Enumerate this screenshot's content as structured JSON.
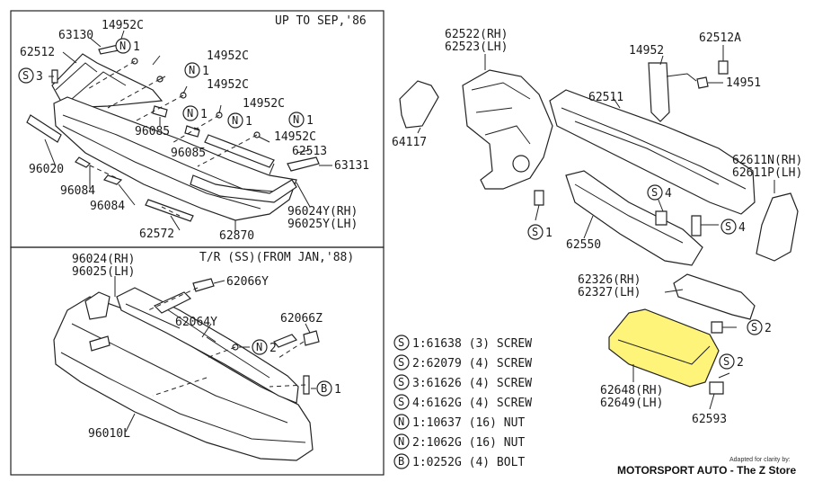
{
  "panels": {
    "top_left_title": "UP TO SEP,'86",
    "bottom_left_title": "T/R (SS)(FROM JAN,'88)"
  },
  "labels": {
    "tl_63130": "63130",
    "tl_14952c_a": "14952C",
    "tl_62512": "62512",
    "tl_n1_a": "1",
    "tl_s3": "3",
    "tl_14952c_b": "14952C",
    "tl_n1_b": "1",
    "tl_14952c_c": "14952C",
    "tl_n1_c": "1",
    "tl_14952c_d": "14952C",
    "tl_n1_d": "1",
    "tl_n1_e": "1",
    "tl_14952c_e": "14952C",
    "tl_96085_a": "96085",
    "tl_96085_b": "96085",
    "tl_62513": "62513",
    "tl_63131": "63131",
    "tl_96020": "96020",
    "tl_96084_a": "96084",
    "tl_96084_b": "96084",
    "tl_96024y": "96024Y(RH)",
    "tl_96025y": "96025Y(LH)",
    "tl_62572": "62572",
    "tl_62870": "62870",
    "bl_96024": "96024(RH)",
    "bl_96025": "96025(LH)",
    "bl_62066y": "62066Y",
    "bl_62064y": "62064Y",
    "bl_62066z": "62066Z",
    "bl_n2": "2",
    "bl_b1": "1",
    "bl_96010l": "96010L",
    "r_62522": "62522(RH)",
    "r_62523": "62523(LH)",
    "r_14952": "14952",
    "r_62512a": "62512A",
    "r_14951": "14951",
    "r_62511": "62511",
    "r_64117": "64117",
    "r_62611n": "62611N(RH)",
    "r_62611p": "62611P(LH)",
    "r_s4_a": "4",
    "r_s4_b": "4",
    "r_s1": "1",
    "r_62550": "62550",
    "r_62326": "62326(RH)",
    "r_62327": "62327(LH)",
    "r_s2_a": "2",
    "r_62648": "62648(RH)",
    "r_62649": "62649(LH)",
    "r_s2_b": "2",
    "r_62593": "62593"
  },
  "legend": [
    {
      "sym": "S",
      "text": "1:61638 (3) SCREW"
    },
    {
      "sym": "S",
      "text": "2:62079 (4) SCREW"
    },
    {
      "sym": "S",
      "text": "3:61626 (4) SCREW"
    },
    {
      "sym": "S",
      "text": "4:6162G (4) SCREW"
    },
    {
      "sym": "N",
      "text": "1:10637 (16) NUT"
    },
    {
      "sym": "N",
      "text": "2:1062G (16) NUT"
    },
    {
      "sym": "B",
      "text": "1:0252G (4) BOLT"
    }
  ],
  "circle_syms": {
    "s": "S",
    "n": "N",
    "b": "B"
  },
  "credit": {
    "small": "Adapted for clarity by:",
    "main": "MOTORSPORT AUTO - The Z Store"
  },
  "colors": {
    "highlight": "#fff47a",
    "ink": "#222222"
  }
}
